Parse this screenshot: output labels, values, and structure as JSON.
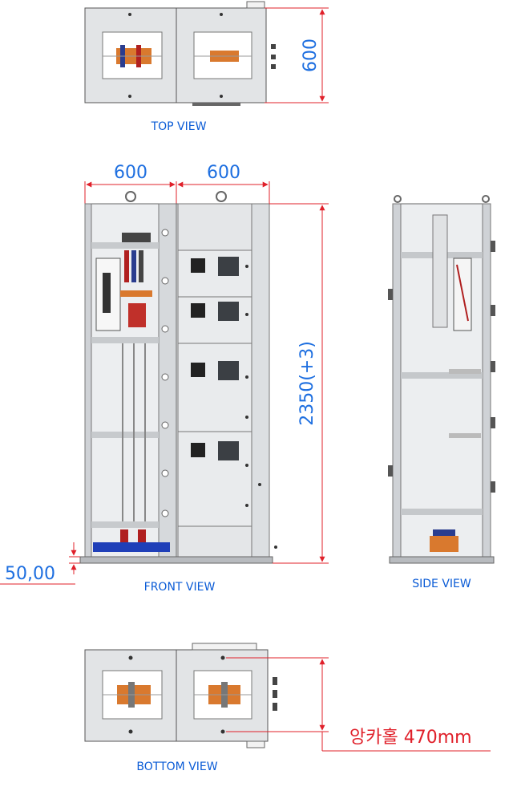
{
  "views": {
    "top": "TOP VIEW",
    "front": "FRONT VIEW",
    "side": "SIDE VIEW",
    "bottom": "BOTTOM VIEW"
  },
  "dimensions": {
    "top_depth": "600",
    "front_width_left": "600",
    "front_width_right": "600",
    "front_height": "2350(+3)",
    "base_height": "50,00",
    "anchor_hole": "앙카홀 470mm"
  },
  "colors": {
    "dimension_line": "#e0202a",
    "dimension_text": "#1e6fe0",
    "label_text": "#0a5bd6",
    "panel": "#e4e6e8",
    "frame": "#c9ccd0"
  }
}
